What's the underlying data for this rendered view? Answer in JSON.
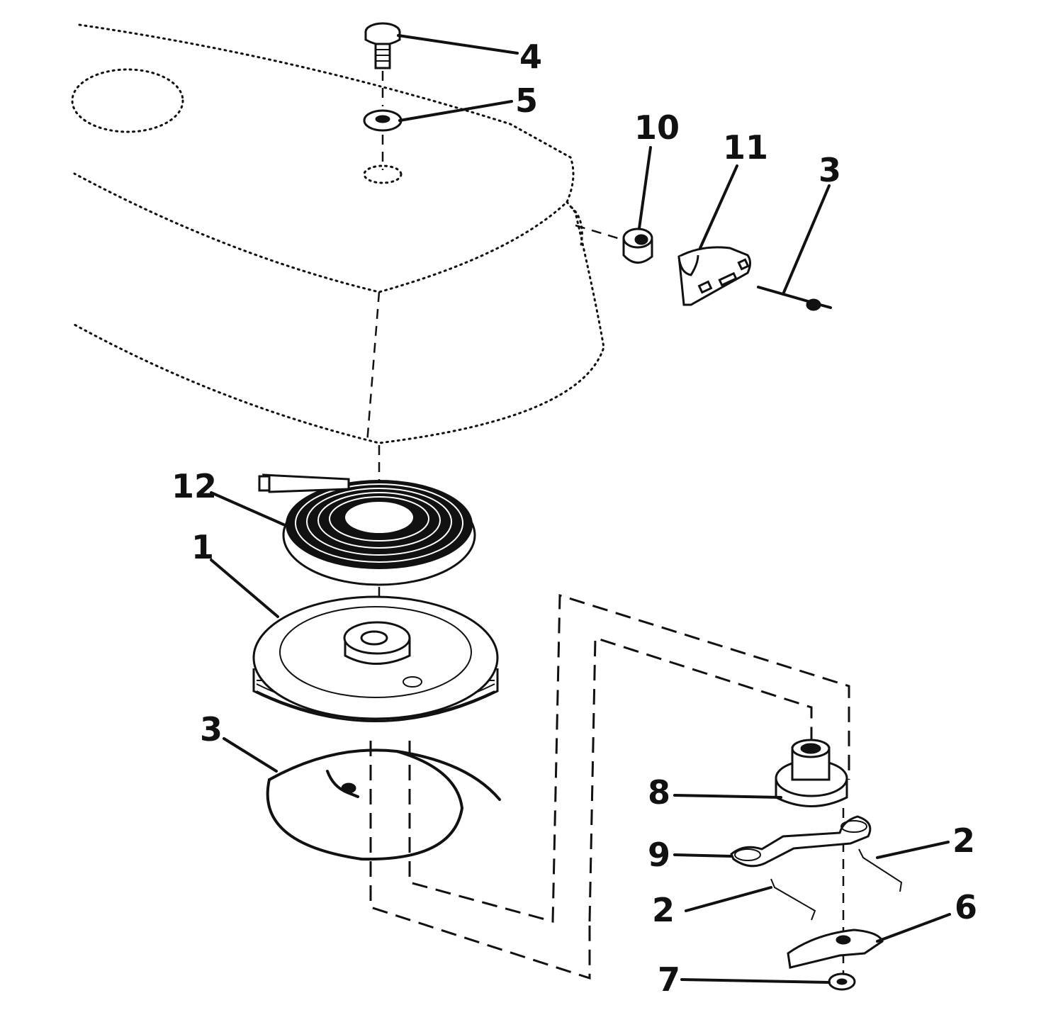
{
  "figure": {
    "callouts": [
      {
        "id": "callout-4",
        "label": "4"
      },
      {
        "id": "callout-5",
        "label": "5"
      },
      {
        "id": "callout-10",
        "label": "10"
      },
      {
        "id": "callout-11",
        "label": "11"
      },
      {
        "id": "callout-3-top",
        "label": "3"
      },
      {
        "id": "callout-12",
        "label": "12"
      },
      {
        "id": "callout-1",
        "label": "1"
      },
      {
        "id": "callout-3-bottom",
        "label": "3"
      },
      {
        "id": "callout-8",
        "label": "8"
      },
      {
        "id": "callout-9",
        "label": "9"
      },
      {
        "id": "callout-2-right",
        "label": "2"
      },
      {
        "id": "callout-2-left",
        "label": "2"
      },
      {
        "id": "callout-6",
        "label": "6"
      },
      {
        "id": "callout-7",
        "label": "7"
      }
    ]
  }
}
